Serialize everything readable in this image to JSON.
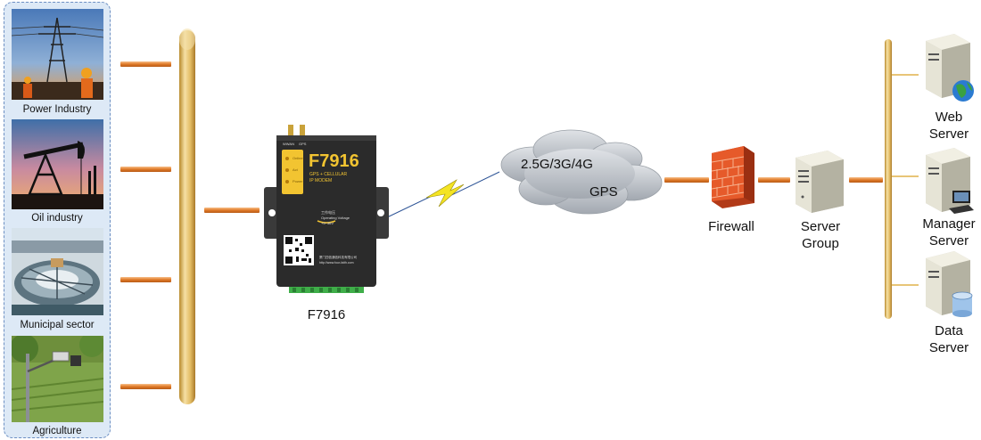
{
  "industries": [
    {
      "label": "Power Industry"
    },
    {
      "label": "Oil industry"
    },
    {
      "label": "Municipal sector"
    },
    {
      "label": "Agriculture"
    }
  ],
  "modem": {
    "caption": "F7916",
    "model": "F7916",
    "subtitle_line1": "GPS + CELLULAR",
    "subtitle_line2": "IP MODEM",
    "antenna_left": "WWAN",
    "antenna_right": "GPS",
    "led_online": "Online",
    "led_act": "Act",
    "led_power": "Power",
    "voltage_cn": "工作电压",
    "voltage_label": "Operating Voltage",
    "voltage_value": "+5~36V",
    "vendor": "厦门四信通信科技有限公司",
    "website": "http://www.four-faith.com"
  },
  "network": {
    "cloud_line1": "2.5G/3G/4G",
    "cloud_line2": "GPS"
  },
  "firewall": {
    "label": "Firewall"
  },
  "server_group": {
    "line1": "Server",
    "line2": "Group"
  },
  "servers": [
    {
      "line1": "Web",
      "line2": "Server",
      "icon": "globe-icon"
    },
    {
      "line1": "Manager",
      "line2": "Server",
      "icon": "computer-icon"
    },
    {
      "line1": "Data",
      "line2": "Server",
      "icon": "database-icon"
    }
  ],
  "colors": {
    "link_orange": "#e08a3c",
    "bus_gold": "#d9b45a",
    "modem_yellow": "#f2c431",
    "modem_body": "#2b2b2b",
    "firewall_red": "#e0502a",
    "cloud_gray": "#b9bec4"
  }
}
